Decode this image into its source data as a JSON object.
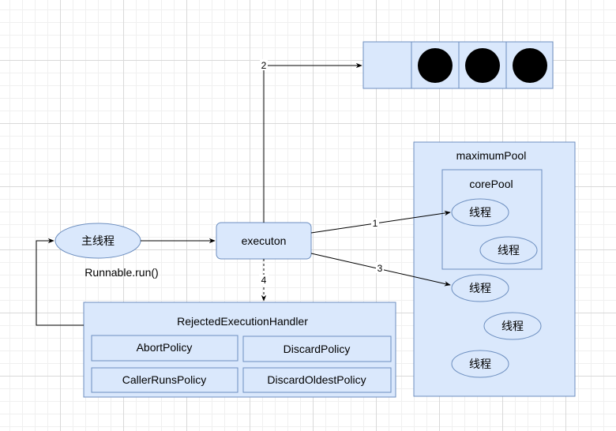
{
  "main_thread": {
    "label": "主线程",
    "caption": "Runnable.run()"
  },
  "executor": {
    "label": "executon"
  },
  "queue": {
    "slots": [
      "empty",
      "filled",
      "filled",
      "filled"
    ]
  },
  "maximum_pool": {
    "title": "maximumPool",
    "core_pool": {
      "title": "corePool",
      "threads": [
        "线程",
        "线程"
      ]
    },
    "extra_threads": [
      "线程",
      "线程",
      "线程"
    ]
  },
  "rejected_handler": {
    "title": "RejectedExecutionHandler",
    "policies": [
      "AbortPolicy",
      "DiscardPolicy",
      "CallerRunsPolicy",
      "DiscardOldestPolicy"
    ]
  },
  "edges": {
    "to_core": "1",
    "to_queue": "2",
    "to_max": "3",
    "to_reject": "4"
  },
  "colors": {
    "fill": "#dae8fc",
    "stroke": "#6c8ebf",
    "filled_slot": "#000000",
    "line": "#000000"
  }
}
